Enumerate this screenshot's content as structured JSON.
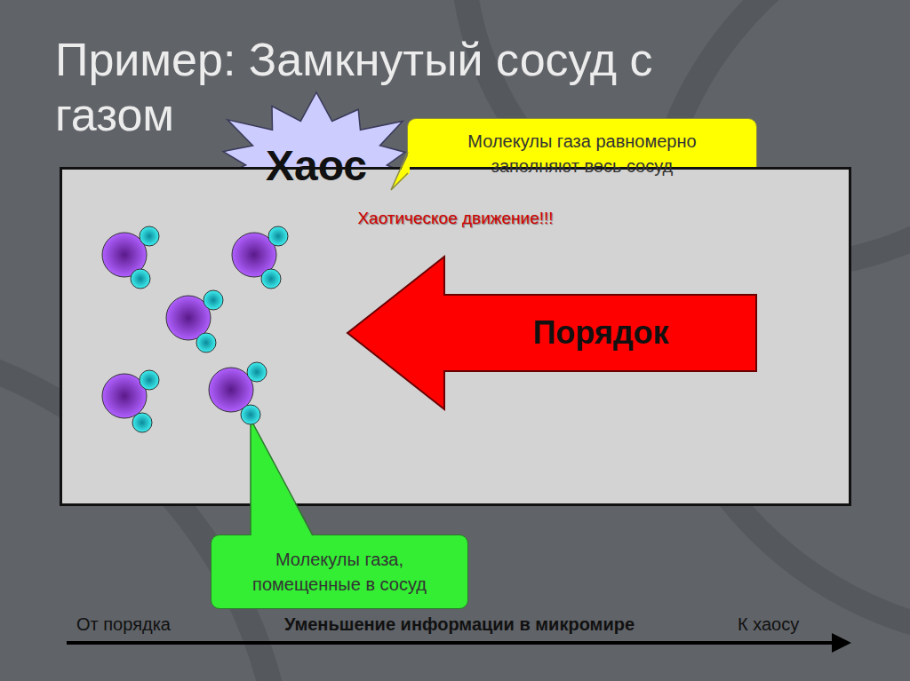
{
  "diagram": {
    "title": "Пример: Замкнутый сосуд с газом",
    "nodes": [
      {
        "text": [
          "Хаос"
        ]
      },
      {
        "text": [
          "Молекулы газа равномерно заполняют весь сосуд"
        ]
      },
      {
        "text": [
          "Хаотическое движение!!!"
        ]
      },
      {
        "text": [
          "Порядок"
        ],
        "in": 2
      },
      {
        "text": [
          "Молекулы газа, помещенные в сосуд"
        ]
      }
    ],
    "labels": [
      "От порядка",
      "Уменьшение информации в микромире",
      "К хаосу"
    ]
  }
}
